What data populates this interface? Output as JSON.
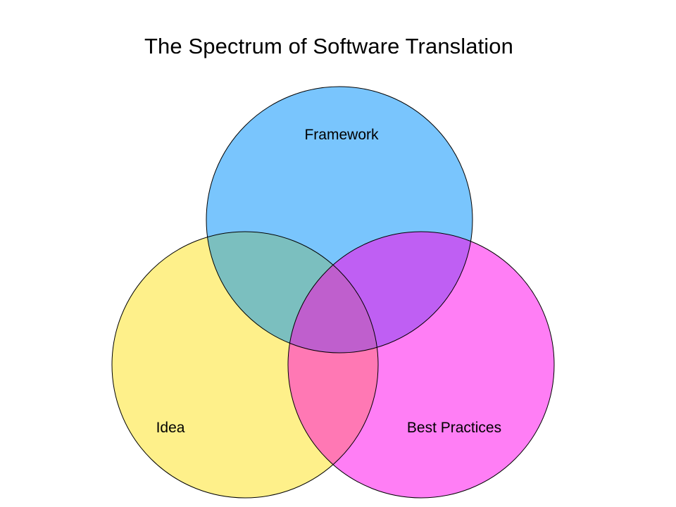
{
  "title": "The Spectrum of Software Translation",
  "circles": [
    {
      "id": "framework",
      "label": "Framework",
      "color": "#79c5fd"
    },
    {
      "id": "idea",
      "label": "Idea",
      "color": "#fef08a"
    },
    {
      "id": "best-practices",
      "label": "Best Practices",
      "color": "#ff7ef5"
    }
  ],
  "overlap_colors": {
    "framework_idea": "#7bbfbf",
    "framework_best_practices": "#bf5ff3",
    "idea_best_practices": "#ff78b4",
    "all_three": "#bf5fcd"
  }
}
